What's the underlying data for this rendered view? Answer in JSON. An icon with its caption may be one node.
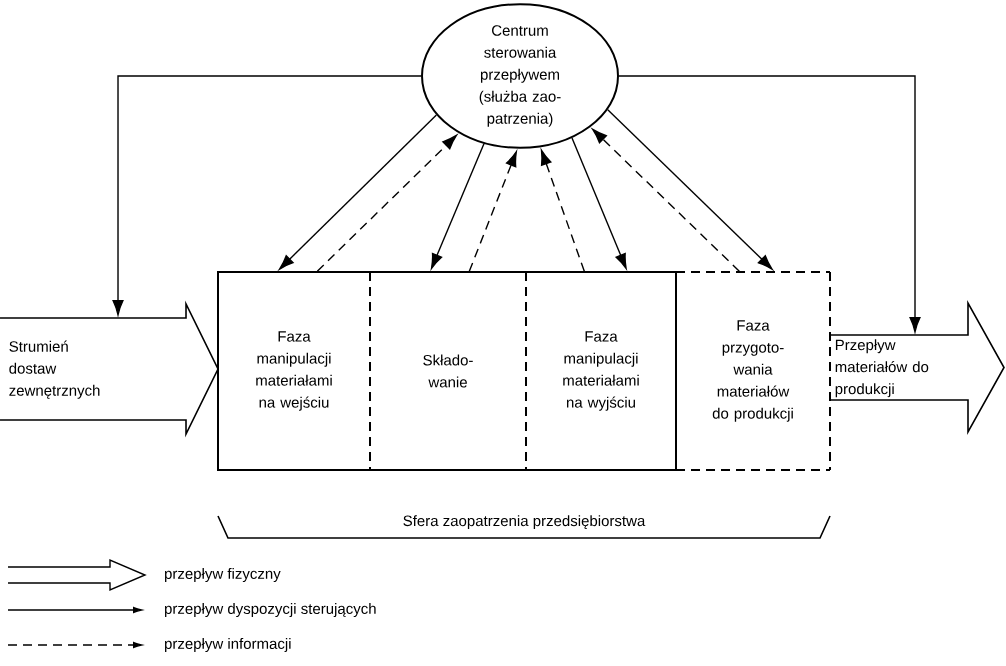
{
  "diagram": {
    "nodes": [
      {
        "text": [
          "Centrum sterowania przepływem (służba zao- patrzenia)"
        ]
      },
      {
        "text": [
          "Strumień dostaw zewnętrznych"
        ]
      },
      {
        "text": [
          "Faza manipulacji materiałami na wejściu"
        ]
      },
      {
        "text": [
          "Składo- wanie"
        ]
      },
      {
        "text": [
          "Faza manipulacji materiałami na wyjściu"
        ]
      },
      {
        "text": [
          "Faza przygoto- wania materiałów do produkcji"
        ]
      },
      {
        "text": [
          "Przepływ materiałów do produkcji"
        ]
      }
    ],
    "edges": [
      {
        "from": 0,
        "to": 1,
        "arrow": "to"
      },
      {
        "from": 0,
        "to": 6,
        "arrow": "to"
      },
      {
        "from": 0,
        "to": 2,
        "arrow": "to"
      },
      {
        "from": 2,
        "to": 0,
        "arrow": "to",
        "style": "dashed"
      },
      {
        "from": 0,
        "to": 3,
        "arrow": "to"
      },
      {
        "from": 3,
        "to": 0,
        "arrow": "to",
        "style": "dashed"
      },
      {
        "from": 4,
        "to": 0,
        "arrow": "to",
        "style": "dashed"
      },
      {
        "from": 0,
        "to": 4,
        "arrow": "to"
      },
      {
        "from": 5,
        "to": 0,
        "arrow": "to",
        "style": "dashed"
      },
      {
        "from": 0,
        "to": 5,
        "arrow": "to"
      }
    ],
    "labels": [
      "Sfera zaopatrzenia przedsiębiorstwa"
    ],
    "legend": [
      {
        "text": "przepływ fizyczny"
      },
      {
        "text": "przepływ dyspozycji sterujących"
      },
      {
        "text": "przepływ informacji"
      }
    ]
  }
}
